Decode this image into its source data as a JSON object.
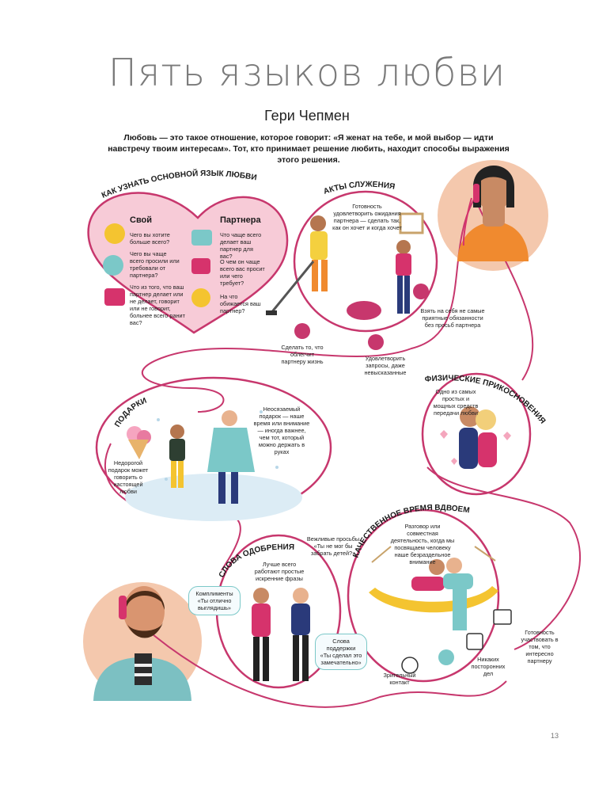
{
  "header": {
    "title": "Пять языков любви",
    "author": "Гери Чепмен",
    "intro": "Любовь — это такое отношение, которое говорит: «Я женат на тебе, и мой выбор — идти навстречу твоим интересам». Тот, кто принимает решение любить, находит способы выражения этого решения."
  },
  "how_to": {
    "heading": "КАК УЗНАТЬ ОСНОВНОЙ ЯЗЫК ЛЮБВИ",
    "own_label": "Свой",
    "partner_label": "Партнера",
    "own_items": [
      "Чего вы хотите больше всего?",
      "Чего вы чаще всего просили или требовали от партнера?",
      "Что из того, что ваш партнер делает или не делает, говорит или не говорит, больнее всего ранит вас?"
    ],
    "partner_items": [
      "Что чаще всего делает ваш партнер для вас?",
      "О чем он чаще всего вас просит или чего требует?",
      "На что обижается ваш партнер?"
    ]
  },
  "service": {
    "heading": "АКТЫ СЛУЖЕНИЯ",
    "note_top": "Готовность удовлетворить ожидания партнера — сделать так, как он хочет и когда хочет",
    "note_right": "Взять на себя не самые приятные обязанности без просьб партнера",
    "note_left": "Сделать то, что облегчит партнеру жизнь",
    "note_bottom": "Удовлетворить запросы, даже невысказанные"
  },
  "touch": {
    "heading": "ФИЗИЧЕСКИЕ ПРИКОСНОВЕНИЯ",
    "note": "Одно из самых простых и мощных средств передачи любви"
  },
  "gifts": {
    "heading": "ПОДАРКИ",
    "note_right": "Неосязаемый подарок — наше время или внимание — иногда важнее, чем тот, который можно держать в руках",
    "note_left": "Недорогой подарок может говорить о настоящей любви"
  },
  "quality_time": {
    "heading": "КАЧЕСТВЕННОЕ ВРЕМЯ ВДВОЕМ",
    "note_top": "Разговор или совместная деятельность, когда мы посвящаем человеку наше безраздельное внимание",
    "note_eye": "Зрительный контакт",
    "note_distractions": "Никаких посторонних дел",
    "note_interest": "Готовность участвовать в том, что интересно партнеру"
  },
  "words": {
    "heading": "СЛОВА ОДОБРЕНИЯ",
    "note_center": "Лучше всего работают простые искренние фразы",
    "requests_label": "Вежливые просьбы",
    "requests_quote": "«Ты не мог бы забрать детей?»",
    "compliments_label": "Комплименты",
    "compliments_quote": "«Ты отлично выглядишь»",
    "support_label": "Слова поддержки",
    "support_quote": "«Ты сделал это замечательно»"
  },
  "footer": {
    "page_number": "13"
  },
  "colors": {
    "accent": "#c7376d",
    "line": "#c7376d",
    "heart_fill": "#f7cbd7",
    "circle_peach": "#f4c8ad",
    "ice": "#dcecf5"
  }
}
